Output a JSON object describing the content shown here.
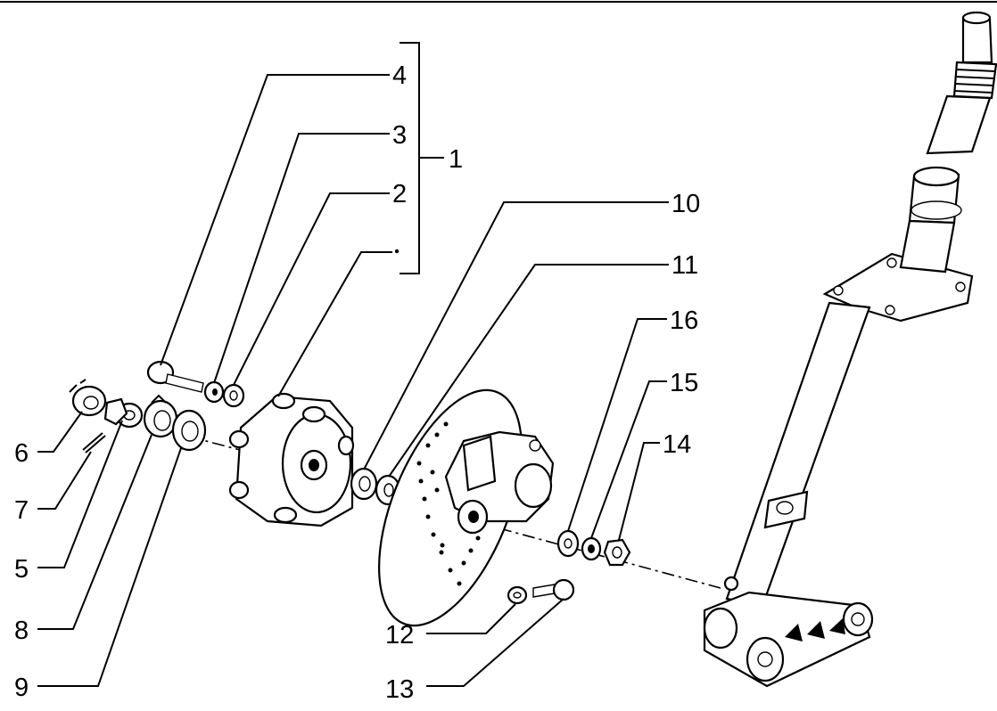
{
  "diagram": {
    "labels": {
      "l1": "1",
      "l2": "2",
      "l3": "3",
      "l4": "4",
      "l5": "5",
      "l6": "6",
      "l7": "7",
      "l8": "8",
      "l9": "9",
      "l10": "10",
      "l11": "11",
      "l12": "12",
      "l13": "13",
      "l14": "14",
      "l15": "15",
      "l16": "16"
    },
    "colors": {
      "ink": "#000000",
      "paper": "#ffffff"
    }
  }
}
